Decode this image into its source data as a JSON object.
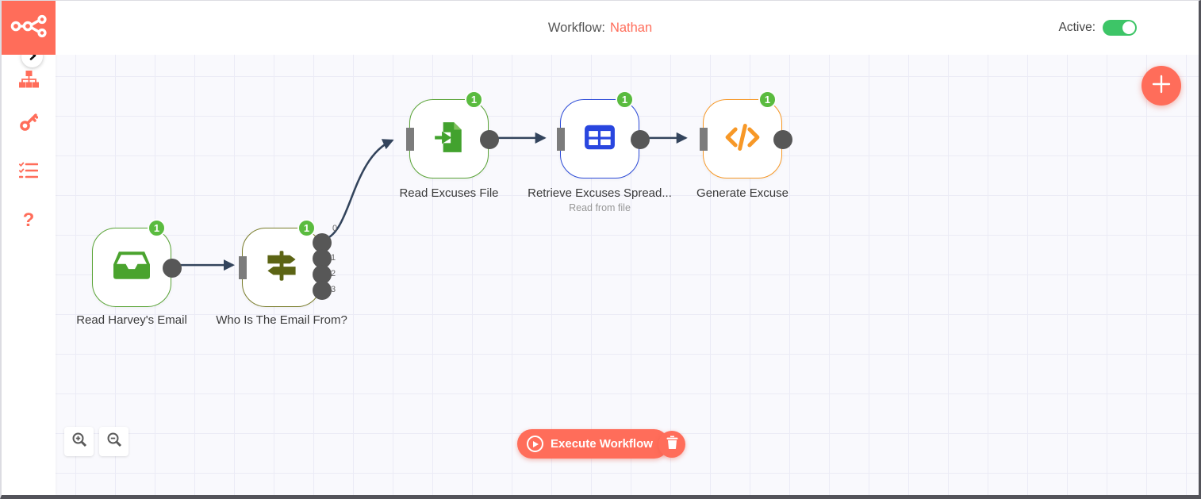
{
  "header": {
    "workflow_label": "Workflow:",
    "workflow_name": "Nathan",
    "active_label": "Active:",
    "active_state": "on"
  },
  "sidebar": {
    "logo_icon": "n8n-logo-icon",
    "collapse_icon": "chevron-right-icon",
    "items": [
      {
        "icon": "sitemap-icon"
      },
      {
        "icon": "key-icon"
      },
      {
        "icon": "checklist-icon"
      },
      {
        "icon": "question-mark-icon"
      }
    ]
  },
  "canvas": {
    "nodes": [
      {
        "label": "Read Harvey's Email",
        "badge": "1",
        "icon": "inbox-icon",
        "accent": "#5aa437"
      },
      {
        "label": "Who Is The Email From?",
        "badge": "1",
        "icon": "signpost-icon",
        "accent": "#7a7d2c",
        "output_labels": [
          "0",
          "1",
          "2",
          "3"
        ]
      },
      {
        "label": "Read Excuses File",
        "badge": "1",
        "icon": "file-import-icon",
        "accent": "#5aa437"
      },
      {
        "label": "Retrieve Excuses Spread...",
        "sublabel": "Read from file",
        "badge": "1",
        "icon": "spreadsheet-icon",
        "accent": "#2c4bd8"
      },
      {
        "label": "Generate Excuse",
        "badge": "1",
        "icon": "code-icon",
        "accent": "#f79827"
      }
    ]
  },
  "controls": {
    "execute_label": "Execute Workflow",
    "add_node_icon": "plus-icon",
    "delete_icon": "trash-icon",
    "zoom_in_icon": "zoom-in-icon",
    "zoom_out_icon": "zoom-out-icon"
  },
  "colors": {
    "primary": "#ff6d5a",
    "badge_green": "#5abb3f",
    "toggle_green": "#3dc567",
    "connector": "#33445c",
    "node_green": "#5aa437",
    "node_olive": "#7a7d2c",
    "node_blue": "#2c4bd8",
    "node_orange": "#f79827",
    "canvas_bg": "#f9f9fd",
    "grid_line": "#ebebf6"
  }
}
